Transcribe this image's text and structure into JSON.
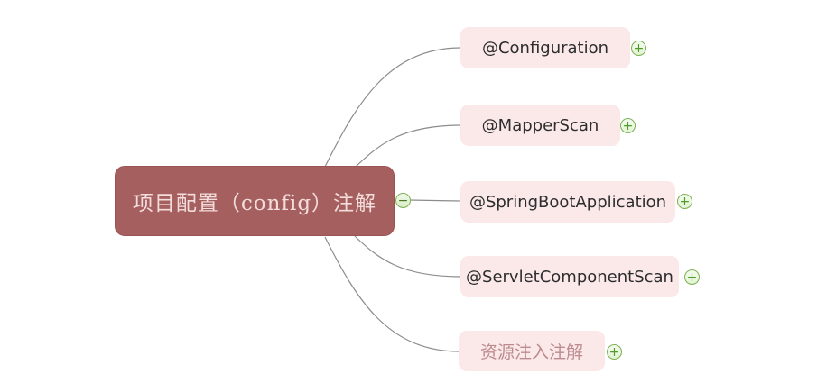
{
  "mindmap": {
    "root": {
      "label": "项目配置（config）注解"
    },
    "children": [
      {
        "label": "@Configuration"
      },
      {
        "label": "@MapperScan"
      },
      {
        "label": "@SpringBootApplication"
      },
      {
        "label": "@ServletComponentScan"
      },
      {
        "label": "资源注入注解"
      }
    ]
  },
  "icons": {
    "collapse": "−",
    "expand": "+"
  },
  "colors": {
    "root_fill": "#a65f5f",
    "root_text": "#f2dcdc",
    "child_fill": "#fbe9ea",
    "child_text": "#2d2d2d",
    "muted_child_text": "#bd8b8d",
    "toggle_border": "#7cb156",
    "connector": "#8c8c8c",
    "background": "#ffffff"
  }
}
